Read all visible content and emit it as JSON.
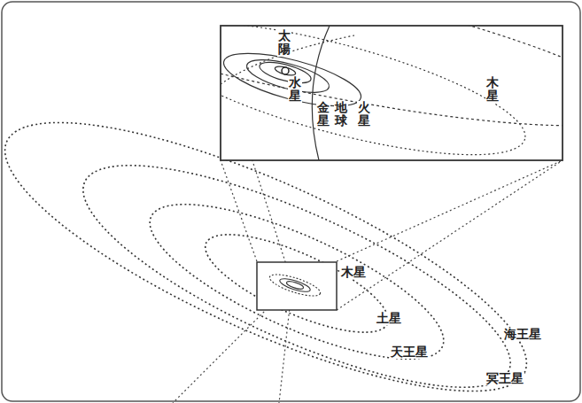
{
  "diagram": {
    "labels": [
      "太陽",
      "水星",
      "金星",
      "地球",
      "火星",
      "木星",
      "木星",
      "土星",
      "天王星",
      "海王星",
      "冥王星"
    ]
  }
}
